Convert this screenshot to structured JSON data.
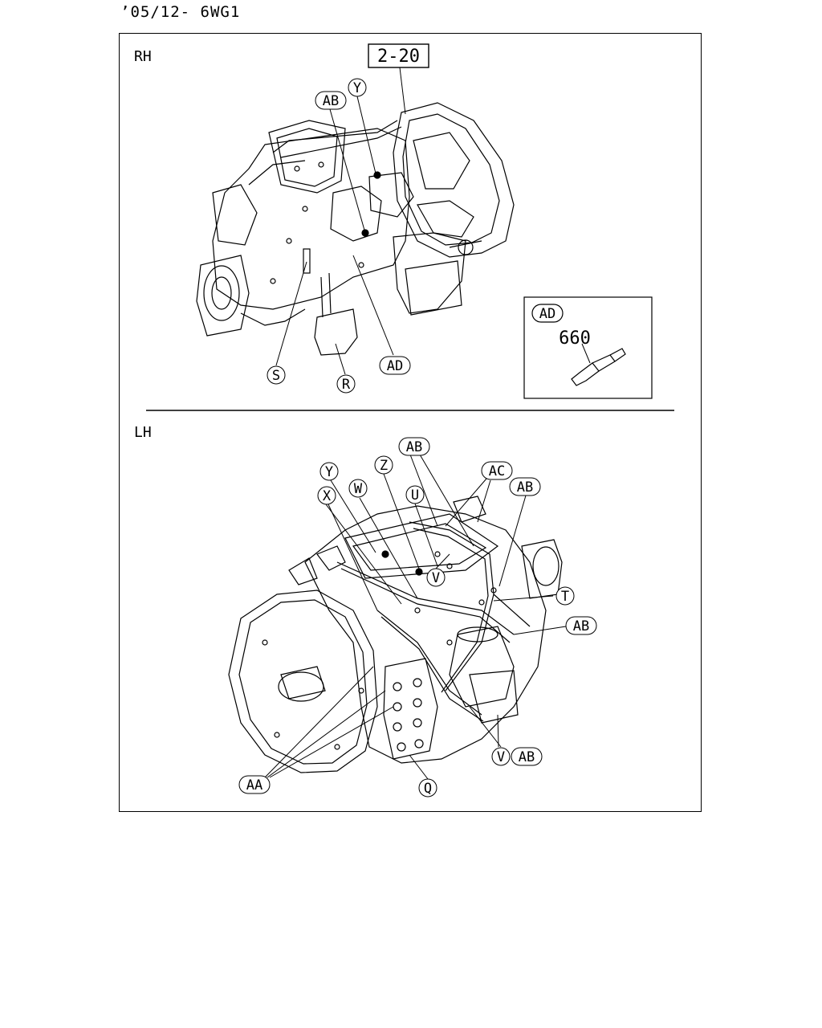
{
  "header": {
    "text": "’05/12- 6WG1"
  },
  "views": {
    "rh": {
      "label": "RH"
    },
    "lh": {
      "label": "LH"
    }
  },
  "reference": {
    "label": "2-20"
  },
  "inset": {
    "callout": "AD",
    "part_number": "660"
  },
  "callouts": {
    "rh": [
      "AB",
      "Y",
      "S",
      "R",
      "AD"
    ],
    "lh": [
      "AB",
      "Y",
      "Z",
      "W",
      "X",
      "U",
      "AC",
      "AB",
      "V",
      "T",
      "AB",
      "V",
      "AB",
      "AA",
      "Q"
    ]
  }
}
